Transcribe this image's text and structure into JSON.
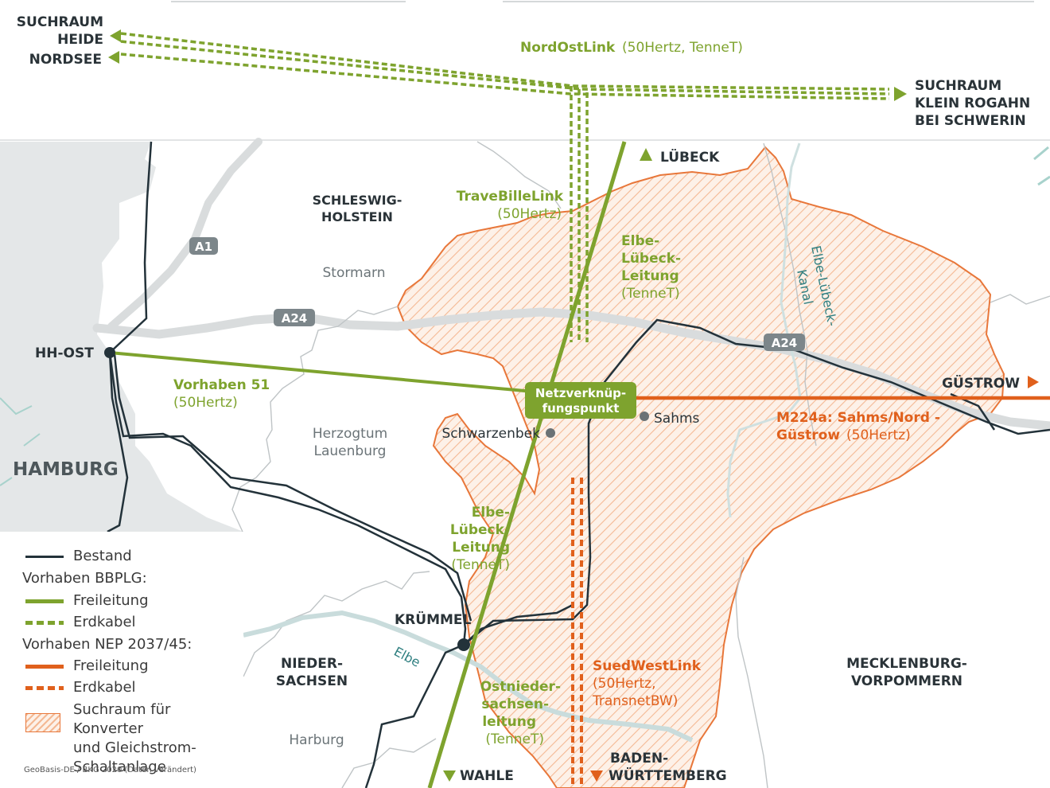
{
  "colors": {
    "green": "#7ea32e",
    "orange": "#e0601c",
    "dark": "#23323a",
    "teal": "#2f7f80",
    "grey_text": "#5f6b70",
    "road": "#d9dcdd",
    "hatch": "#f3b895"
  },
  "top": {
    "suchraum_heide": [
      "SUCHRAUM",
      "HEIDE",
      "NORDSEE"
    ],
    "nordostlink_name": "NordOstLink",
    "nordostlink_operators": "(50Hertz, TenneT)",
    "suchraum_klein": [
      "SUCHRAUM",
      "KLEIN ROGAHN",
      "BEI SCHWERIN"
    ]
  },
  "map": {
    "luebeck": "LÜBECK",
    "schleswig": [
      "SCHLESWIG-",
      "HOLSTEIN"
    ],
    "a1": "A1",
    "a24_left": "A24",
    "a24_right": "A24",
    "stormarn": "Stormarn",
    "travebillelink": "TraveBilleLink",
    "travebillelink_op": "(50Hertz)",
    "elbe_luebeck_top": [
      "Elbe-",
      "Lübeck-",
      "Leitung"
    ],
    "elbe_luebeck_top_op": "(TenneT)",
    "kanal": [
      "Elbe-Lübeck-",
      "Kanal"
    ],
    "hh_ost": "HH-OST",
    "vorhaben51": "Vorhaben 51",
    "vorhaben51_op": "(50Hertz)",
    "netz": [
      "Netzverknüp-",
      "fungspunkt"
    ],
    "sahms": "Sahms",
    "schwarzenbek": "Schwarzenbek",
    "guestrow": "GÜSTROW",
    "m224a": [
      "M224a: Sahms/Nord -",
      "Güstrow"
    ],
    "m224a_op": "(50Hertz)",
    "herzogtum": [
      "Herzogtum",
      "Lauenburg"
    ],
    "hamburg": "HAMBURG",
    "elbe_luebeck_bottom": [
      "Elbe-",
      "Lübeck-",
      "Leitung"
    ],
    "elbe_luebeck_bottom_op": "(TenneT)",
    "kruemmel": "KRÜMMEL",
    "elbe": "Elbe",
    "niedersachsen": [
      "NIEDER-",
      "SACHSEN"
    ],
    "ostnieder": [
      "Ostnieder-",
      "sachsen-",
      "leitung"
    ],
    "ostnieder_op": "(TenneT)",
    "suedwestlink": "SuedWestLink",
    "suedwestlink_op": [
      "(50Hertz,",
      "TransnetBW)"
    ],
    "mecklenburg": [
      "MECKLENBURG-",
      "VORPOMMERN"
    ],
    "harburg": "Harburg",
    "wahle": "WAHLE",
    "baden": [
      "BADEN-",
      "WÜRTTEMBERG"
    ]
  },
  "legend": {
    "bestand": "Bestand",
    "bbplg": "Vorhaben BBPLG:",
    "freileitung1": "Freileitung",
    "erdkabel1": "Erdkabel",
    "nep": "Vorhaben NEP 2037/45:",
    "freileitung2": "Freileitung",
    "erdkabel2": "Erdkabel",
    "suchraum": [
      "Suchraum für Konverter",
      "und Gleichstrom-",
      "Schaltanlage"
    ]
  },
  "credit": "GeoBasis-DE / BKG 2020 (Daten verändert)"
}
